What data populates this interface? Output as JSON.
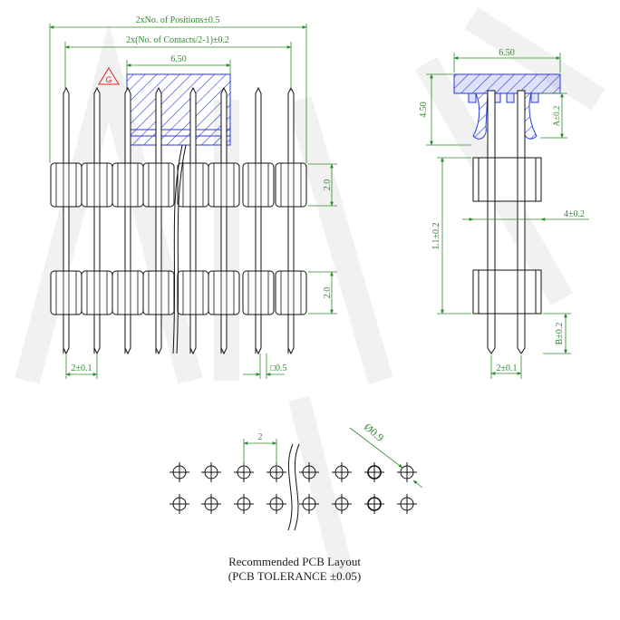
{
  "colors": {
    "outline": "#111111",
    "dimension": "#2e8b2e",
    "hatch": "#2a3bd8",
    "warning": "#dd2222",
    "watermark": "#f1f1f1"
  },
  "front_view": {
    "dim_total_positions": "2xNo. of Positions±0.5",
    "dim_contacts": "2x(No. of Contacts/2-1)±0.2",
    "dim_top_width": "6.50",
    "warning_symbol": "G",
    "dim_row_spacing_upper": "2.0",
    "dim_row_spacing_lower": "2.0",
    "dim_pitch": "2±0.1",
    "dim_pin_square": "□0.5"
  },
  "side_view": {
    "dim_cap_width": "6.50",
    "dim_cap_height": "4.50",
    "dim_a": "A±0.2",
    "dim_body_width": "4±0.2",
    "dim_l1": "L1±0.2",
    "dim_b": "B±0.2",
    "dim_pitch": "2±0.1"
  },
  "pcb_layout": {
    "dim_pitch": "2",
    "dim_hole": "Ø0.9",
    "caption_line1": "Recommended PCB Layout",
    "caption_line2": "(PCB TOLERANCE ±0.05)"
  }
}
